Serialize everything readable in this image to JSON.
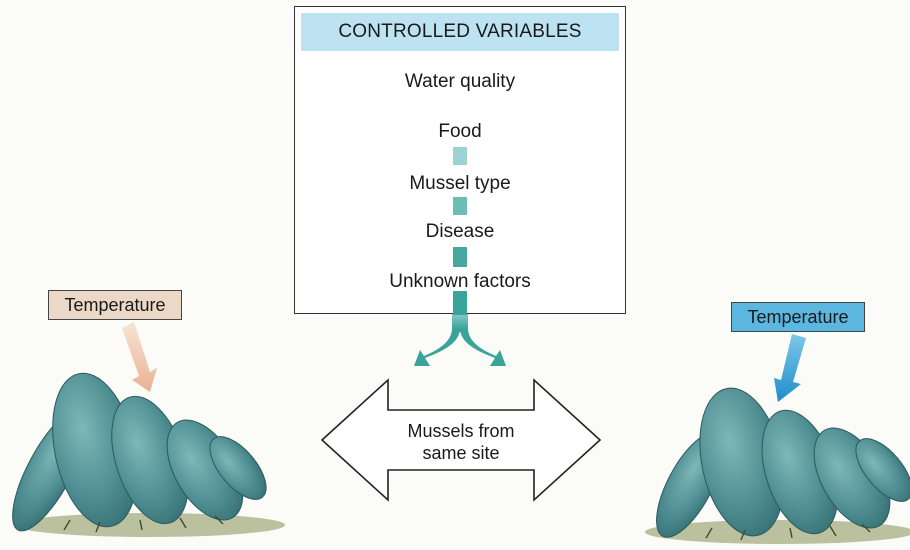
{
  "controlled_variables": {
    "header": "CONTROLLED VARIABLES",
    "items": [
      "Water quality",
      "Food",
      "Mussel type",
      "Disease",
      "Unknown factors"
    ]
  },
  "left_group": {
    "temperature_label": "Temperature"
  },
  "right_group": {
    "temperature_label": "Temperature"
  },
  "center_arrow": {
    "line1": "Mussels from",
    "line2": "same site"
  },
  "colors": {
    "header_bg": "#bde3f2",
    "left_temp_bg": "#ecd8c7",
    "right_temp_bg": "#5bb7df",
    "flow_teal": "#3aa39a",
    "mussel_teal": "#4f8f92"
  },
  "icons": [
    "mussel-cluster-left",
    "mussel-cluster-right",
    "heat-arrow-left",
    "heat-arrow-right",
    "split-arrow",
    "double-arrow"
  ]
}
